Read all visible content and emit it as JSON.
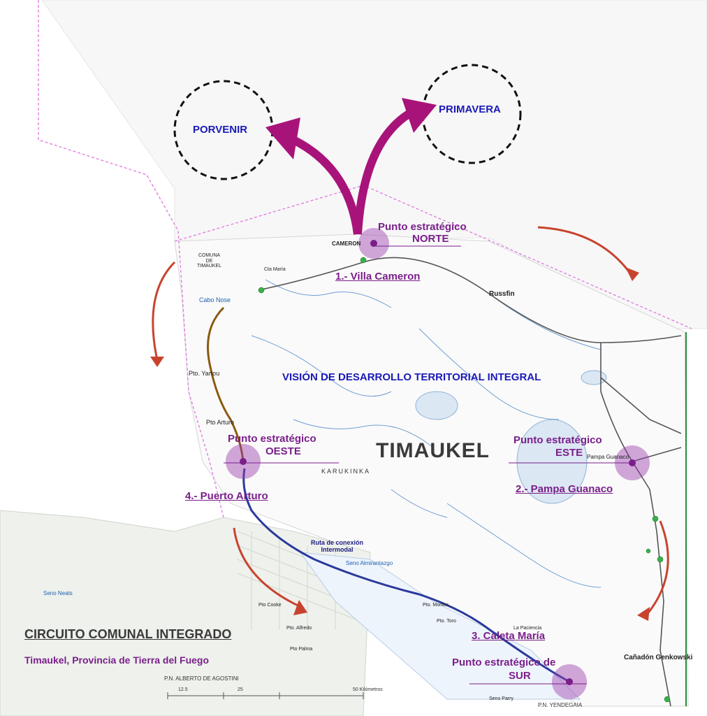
{
  "map": {
    "vision_title": "VISIÓN DE DESARROLLO TERRITORIAL INTEGRAL",
    "commune_name": "TIMAUKEL",
    "legend_title": "CIRCUITO COMUNAL INTEGRADO",
    "legend_subtitle": "Timaukel, Provincia de Tierra del Fuego",
    "park_name": "P.N. ALBERTO DE AGOSTINI",
    "park_name_2": "P.N. YENDEGAIA",
    "karukinka": "KARUKINKA",
    "colors": {
      "strategic_point": "#9b3fb0",
      "arrow_magenta": "#a8137a",
      "arrow_red": "#c8432e",
      "route_blue": "#2a3a9c",
      "route_brown": "#8a5a10",
      "water": "#dbe7f3",
      "boundary": "#e080e0"
    }
  },
  "destinations": {
    "porvenir": "PORVENIR",
    "primavera": "PRIMAVERA"
  },
  "strategic_points": {
    "norte": {
      "title": "Punto estratégico",
      "sub": "NORTE"
    },
    "oeste": {
      "title": "Punto estratégico",
      "sub": "OESTE"
    },
    "este": {
      "title": "Punto estratégico",
      "sub": "ESTE"
    },
    "sur": {
      "title": "Punto estratégico de",
      "sub": "SUR"
    }
  },
  "stops": {
    "s1": "1.- Villa Cameron",
    "s2": "2.- Pampa Guanaco",
    "s3": "3.  Caleta María",
    "s4": "4.- Puerto Arturo"
  },
  "route_label": "Ruta de conexión\nIntermodal",
  "places": {
    "cameron": "CAMERON",
    "russfin": "Russfin",
    "cabo_nose": "Cabo Nose",
    "pto_yartou": "Pto. Yartou",
    "pto_arturo": "Pto Arturo",
    "pampa_guanaco": "Pampa Guanaco",
    "cañadon": "Cañadón Genkowski",
    "comuna": "COMUNA\nDE\nTIMAUKEL",
    "cta_maria": "Cta María",
    "seno_almirantazgo": "Seno Almirantazgo",
    "pto_toro": "Pto. Toro",
    "pto_montes": "Pto. Montes",
    "la_paciencia": "La Paciencia",
    "seno_parry": "Seno Parry",
    "pto_cooke": "Pto Cooke",
    "pto_alfredo": "Pto. Alfredo",
    "pto_palma": "Pto Palma",
    "seno_neats": "Seno Neats",
    "scale_12": "12.5",
    "scale_25": "25",
    "scale_50": "50 Kilómetros"
  },
  "icons": [
    "strategic-point-marker",
    "destination-circle",
    "direction-arrow",
    "route-line"
  ]
}
